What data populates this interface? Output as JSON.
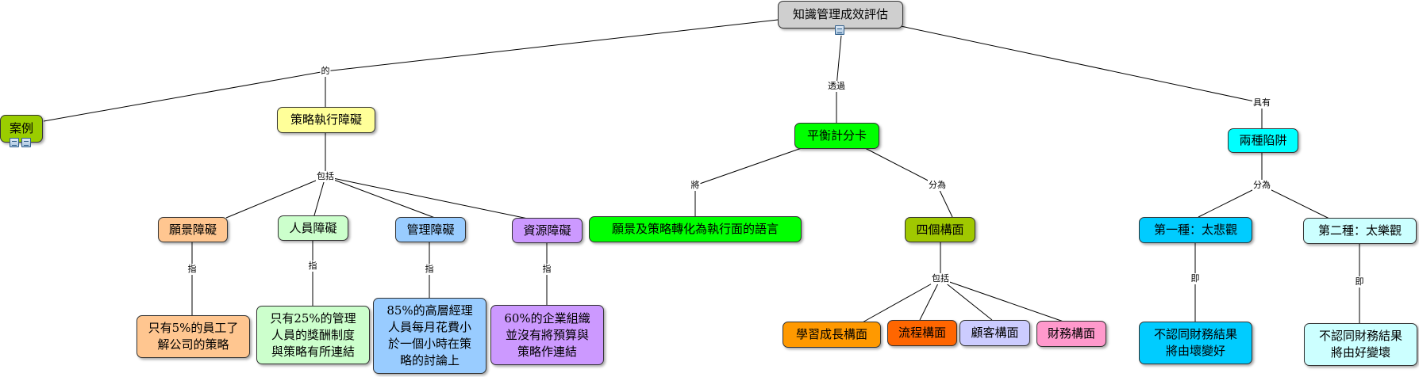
{
  "diagram": {
    "root": "知識管理成效評估",
    "case": "案例",
    "strategy_barrier": "策略執行障礙",
    "vision_barrier": "願景障礙",
    "people_barrier": "人員障礙",
    "management_barrier": "管理障礙",
    "resource_barrier": "資源障礙",
    "vision_detail": "只有5%的員工了\n解公司的策略",
    "people_detail": "只有25%的管理\n人員的獎酬制度\n與策略有所連結",
    "management_detail": "85%的高層經理\n人員每月花費小\n於一個小時在策\n略的討論上",
    "resource_detail": "60%的企業組織\n並沒有將預算與\n策略作連結",
    "bsc": "平衡計分卡",
    "translate": "願景及策略轉化為執行面的語言",
    "four_perspectives": "四個構面",
    "learning": "學習成長構面",
    "process": "流程構面",
    "customer": "顧客構面",
    "financial": "財務構面",
    "two_traps": "兩種陷阱",
    "pessimism": "第一種：太悲觀",
    "optimism": "第二種：太樂觀",
    "pessimism_detail": "不認同財務結果\n將由壞變好",
    "optimism_detail": "不認同財務結果\n將由好變壞"
  },
  "phrases": {
    "of": "的",
    "via": "透過",
    "has": "具有",
    "include_1": "包括",
    "refers_1": "指",
    "refers_2": "指",
    "refers_3": "指",
    "refers_4": "指",
    "turn": "將",
    "divided_1": "分為",
    "include_2": "包括",
    "divided_2": "分為",
    "namely_1": "即",
    "namely_2": "即"
  },
  "colors": {
    "root": "#cfcfcf",
    "case": "#9acd00",
    "yellow": "#ffff99",
    "peach": "#ffc690",
    "mint": "#ccffcc",
    "blue": "#99ccff",
    "purple": "#cc99ff",
    "green": "#00ff00",
    "olive": "#a0c800",
    "orange": "#ff9900",
    "dark_orange": "#ff6600",
    "lavender": "#ccccff",
    "pink": "#ff99cc",
    "cyan": "#00ffff",
    "sky": "#00ccff",
    "light_cyan": "#ccffff"
  }
}
